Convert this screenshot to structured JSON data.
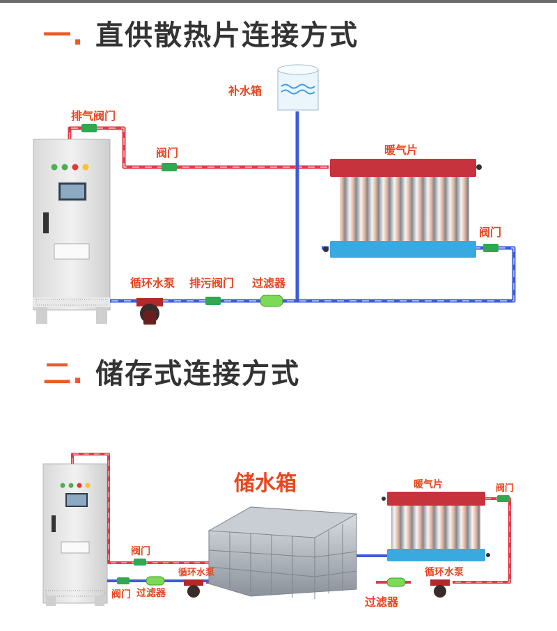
{
  "section1": {
    "number": "一.",
    "title": "直供散热片连接方式",
    "labels": {
      "exhaust_valve": "排气阀门",
      "valve_top": "阀门",
      "makeup_tank": "补水箱",
      "radiator": "暖气片",
      "valve_right": "阀门",
      "pump": "循环水泵",
      "drain_valve": "排污阀门",
      "filter": "过滤器"
    }
  },
  "section2": {
    "number": "二.",
    "title": "储存式连接方式",
    "labels": {
      "storage_tank": "储水箱",
      "valve_top": "阀门",
      "radiator": "暖气片",
      "valve_right": "阀门",
      "pump_left": "循环水泵",
      "valve_bottom": "阀门",
      "filter_left": "过滤器",
      "pump_right": "循环水泵",
      "filter_right": "过滤器"
    }
  },
  "colors": {
    "hot_pipe": "#e63946",
    "cold_pipe": "#3b5bdb",
    "label": "#e8461e",
    "title": "#333333",
    "number": "#ee5a24",
    "valve": "#2fa84f",
    "filter": "#7ed957"
  }
}
